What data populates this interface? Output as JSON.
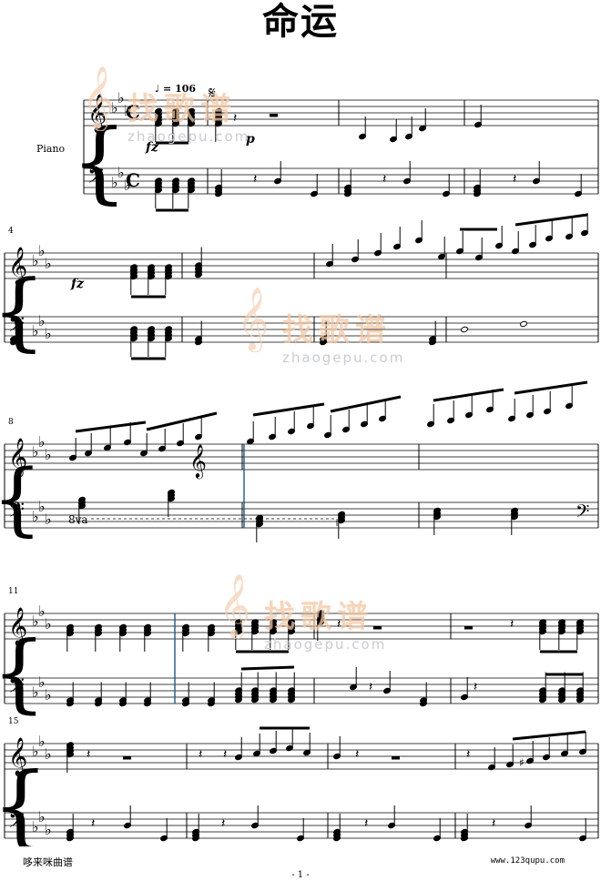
{
  "title": "命运",
  "instrument": "Piano",
  "tempo": "♩ = 106",
  "segno": "𝄋",
  "time_signature": "C",
  "dynamics": {
    "fz": "fz",
    "p": "p"
  },
  "measure_numbers": [
    "4",
    "8",
    "11",
    "15"
  ],
  "ottava": "8va",
  "treble_clef": "𝄞",
  "bass_clef": "𝄢",
  "watermark": {
    "big": "找歌谱",
    "small": "zhaogepu.com"
  },
  "footer": {
    "left": "哆来咪曲谱",
    "right": "www.123qupu.com",
    "page": "- 1 -"
  }
}
